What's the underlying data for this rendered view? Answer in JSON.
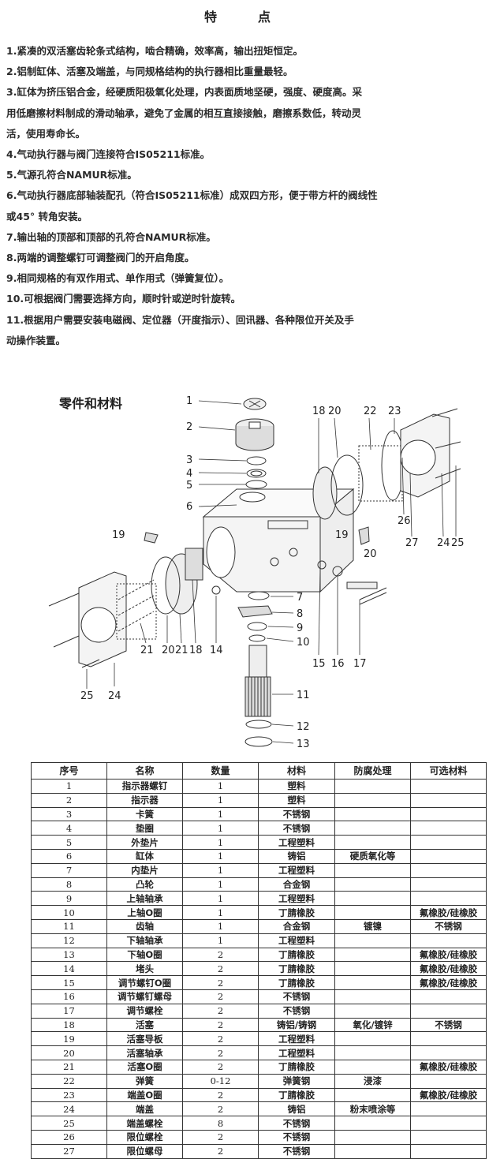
{
  "title": "特　点",
  "features": [
    "1.紧凑的双活塞齿轮条式结构，啮合精确，效率高，输出扭矩恒定。",
    "2.铝制缸体、活塞及端盖，与同规格结构的执行器相比重量最轻。",
    "3.缸体为挤压铝合金，经硬质阳极氧化处理，内表面质地坚硬，强度、硬度高。采",
    "用低磨擦材料制成的滑动轴承，避免了金属的相互直接接触，磨擦系数低，转动灵",
    "活，使用寿命长。",
    "4.气动执行器与阀门连接符合IS05211标准。",
    "5.气源孔符合NAMUR标准。",
    "6.气动执行器底部轴装配孔（符合IS05211标准）成双四方形，便于带方杆的阀线性",
    "或45° 转角安装。",
    "7.输出轴的顶部和顶部的孔符合NAMUR标准。",
    "8.两端的调整螺钉可调整阀门的开启角度。",
    "9.相同规格的有双作用式、单作用式（弹簧复位）。",
    "10.可根据阀门需要选择方向，顺时针或逆时针旋转。",
    "11.根据用户需要安装电磁阀、定位器（开度指示）、回讯器、各种限位开关及手",
    "动操作装置。"
  ],
  "diagram": {
    "section_title": "零件和材料",
    "callouts": [
      "1",
      "2",
      "3",
      "4",
      "5",
      "6",
      "7",
      "8",
      "9",
      "10",
      "11",
      "12",
      "13",
      "14",
      "15",
      "16",
      "17",
      "18",
      "19",
      "20",
      "21",
      "22",
      "23",
      "24",
      "25",
      "26",
      "27",
      "18",
      "20",
      "22",
      "19",
      "20",
      "22",
      "24",
      "25",
      "20",
      "21"
    ]
  },
  "table": {
    "headers": [
      "序号",
      "名称",
      "数量",
      "材料",
      "防腐处理",
      "可选材料"
    ],
    "rows": [
      [
        "1",
        "指示器螺钉",
        "1",
        "塑料",
        "",
        ""
      ],
      [
        "2",
        "指示器",
        "1",
        "塑料",
        "",
        ""
      ],
      [
        "3",
        "卡簧",
        "1",
        "不锈钢",
        "",
        ""
      ],
      [
        "4",
        "垫圈",
        "1",
        "不锈钢",
        "",
        ""
      ],
      [
        "5",
        "外垫片",
        "1",
        "工程塑料",
        "",
        ""
      ],
      [
        "6",
        "缸体",
        "1",
        "铸铝",
        "硬质氧化等",
        ""
      ],
      [
        "7",
        "内垫片",
        "1",
        "工程塑料",
        "",
        ""
      ],
      [
        "8",
        "凸轮",
        "1",
        "合金钢",
        "",
        ""
      ],
      [
        "9",
        "上轴轴承",
        "1",
        "工程塑料",
        "",
        ""
      ],
      [
        "10",
        "上轴O圈",
        "1",
        "丁腈橡胶",
        "",
        "氟橡胶/硅橡胶"
      ],
      [
        "11",
        "齿轴",
        "1",
        "合金钢",
        "镀镍",
        "不锈钢"
      ],
      [
        "12",
        "下轴轴承",
        "1",
        "工程塑料",
        "",
        ""
      ],
      [
        "13",
        "下轴O圈",
        "2",
        "丁腈橡胶",
        "",
        "氟橡胶/硅橡胶"
      ],
      [
        "14",
        "堵头",
        "2",
        "丁腈橡胶",
        "",
        "氟橡胶/硅橡胶"
      ],
      [
        "15",
        "调节螺钉O圈",
        "2",
        "丁腈橡胶",
        "",
        "氟橡胶/硅橡胶"
      ],
      [
        "16",
        "调节螺钉螺母",
        "2",
        "不锈钢",
        "",
        ""
      ],
      [
        "17",
        "调节螺栓",
        "2",
        "不锈钢",
        "",
        ""
      ],
      [
        "18",
        "活塞",
        "2",
        "铸铝/铸钢",
        "氧化/镀锌",
        "不锈钢"
      ],
      [
        "19",
        "活塞导板",
        "2",
        "工程塑料",
        "",
        ""
      ],
      [
        "20",
        "活塞轴承",
        "2",
        "工程塑料",
        "",
        ""
      ],
      [
        "21",
        "活塞O圈",
        "2",
        "丁腈橡胶",
        "",
        "氟橡胶/硅橡胶"
      ],
      [
        "22",
        "弹簧",
        "0-12",
        "弹簧钢",
        "浸漆",
        ""
      ],
      [
        "23",
        "端盖O圈",
        "2",
        "丁腈橡胶",
        "",
        "氟橡胶/硅橡胶"
      ],
      [
        "24",
        "端盖",
        "2",
        "铸铝",
        "粉末喷涂等",
        ""
      ],
      [
        "25",
        "端盖螺栓",
        "8",
        "不锈钢",
        "",
        ""
      ],
      [
        "26",
        "限位螺栓",
        "2",
        "不锈钢",
        "",
        ""
      ],
      [
        "27",
        "限位螺母",
        "2",
        "不锈钢",
        "",
        ""
      ]
    ]
  }
}
